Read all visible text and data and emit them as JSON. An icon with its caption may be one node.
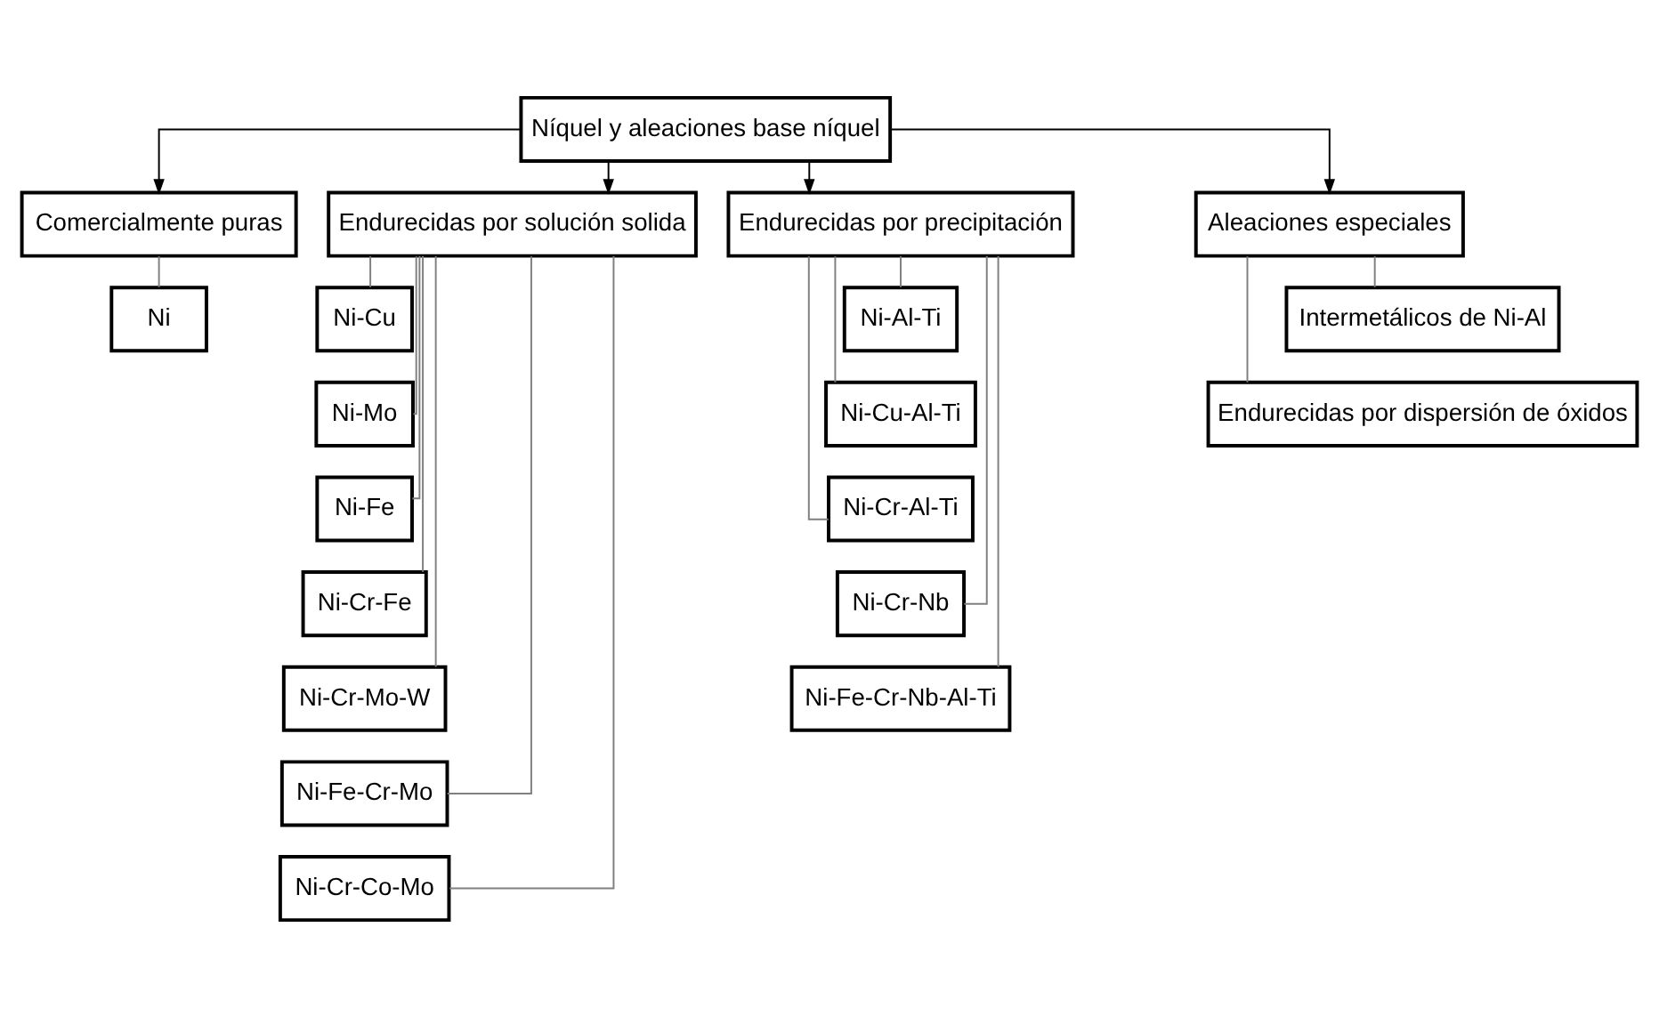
{
  "diagram": {
    "nodes": [
      {
        "text": [
          "Níquel y aleaciones base níquel"
        ]
      },
      {
        "text": [
          "Comercialmente puras"
        ]
      },
      {
        "text": [
          "Endurecidas por solución solida"
        ]
      },
      {
        "text": [
          "Endurecidas por precipitación"
        ]
      },
      {
        "text": [
          "Aleaciones especiales"
        ]
      },
      {
        "text": [
          "Ni"
        ]
      },
      {
        "text": [
          "Ni-Cu"
        ]
      },
      {
        "text": [
          "Ni-Mo"
        ]
      },
      {
        "text": [
          "Ni-Fe"
        ]
      },
      {
        "text": [
          "Ni-Cr-Fe"
        ]
      },
      {
        "text": [
          "Ni-Cr-Mo-W"
        ]
      },
      {
        "text": [
          "Ni-Fe-Cr-Mo"
        ]
      },
      {
        "text": [
          "Ni-Cr-Co-Mo"
        ]
      },
      {
        "text": [
          "Ni-Al-Ti"
        ]
      },
      {
        "text": [
          "Ni-Cu-Al-Ti"
        ]
      },
      {
        "text": [
          "Ni-Cr-Al-Ti"
        ]
      },
      {
        "text": [
          "Ni-Cr-Nb"
        ]
      },
      {
        "text": [
          "Ni-Fe-Cr-Nb-Al-Ti"
        ]
      },
      {
        "text": [
          "Intermetálicos de Ni-Al"
        ]
      },
      {
        "text": [
          "Endurecidas por dispersión de óxidos"
        ]
      }
    ],
    "edges": [
      {
        "from": 0,
        "to": 1,
        "arrow": "to",
        "color": "#000000"
      },
      {
        "from": 0,
        "to": 2,
        "arrow": "to",
        "color": "#000000"
      },
      {
        "from": 0,
        "to": 3,
        "arrow": "to",
        "color": "#000000"
      },
      {
        "from": 0,
        "to": 4,
        "arrow": "to",
        "color": "#000000"
      },
      {
        "from": 1,
        "to": 5,
        "arrow": "none"
      },
      {
        "from": 2,
        "to": 6,
        "arrow": "none"
      },
      {
        "from": 2,
        "to": 7,
        "arrow": "none"
      },
      {
        "from": 2,
        "to": 8,
        "arrow": "none"
      },
      {
        "from": 2,
        "to": 9,
        "arrow": "none"
      },
      {
        "from": 2,
        "to": 10,
        "arrow": "none"
      },
      {
        "from": 2,
        "to": 11,
        "arrow": "none"
      },
      {
        "from": 2,
        "to": 12,
        "arrow": "none"
      },
      {
        "from": 3,
        "to": 13,
        "arrow": "none"
      },
      {
        "from": 3,
        "to": 14,
        "arrow": "none"
      },
      {
        "from": 3,
        "to": 15,
        "arrow": "none"
      },
      {
        "from": 3,
        "to": 16,
        "arrow": "none"
      },
      {
        "from": 3,
        "to": 17,
        "arrow": "none"
      },
      {
        "from": 4,
        "to": 18,
        "arrow": "none"
      },
      {
        "from": 4,
        "to": 19,
        "arrow": "none"
      }
    ]
  }
}
